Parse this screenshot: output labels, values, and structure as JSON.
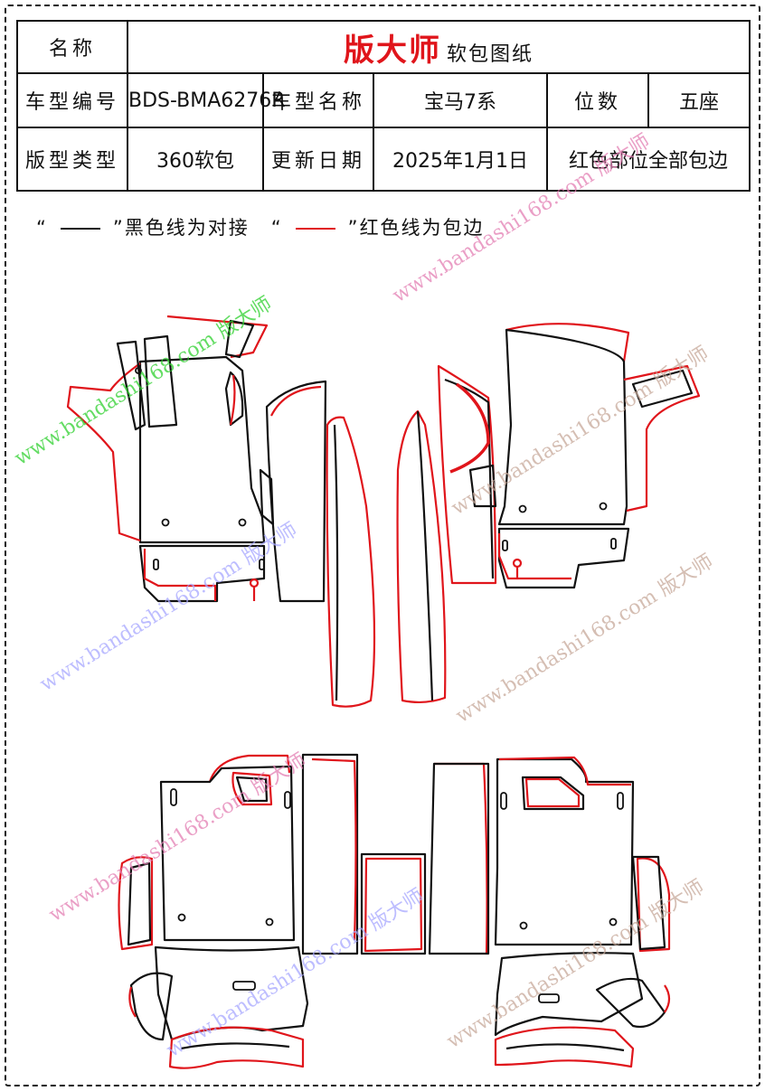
{
  "table": {
    "name_label": "名称",
    "brand": "版大师",
    "brand_sub": "软包图纸",
    "model_code_label": "车型编号",
    "model_code": "BDS-BMA6276R",
    "model_name_label": "车型名称",
    "model_name": "宝马7系",
    "seats_label": "位数",
    "seats": "五座",
    "pattern_type_label": "版型类型",
    "pattern_type": "360软包",
    "update_date_label": "更新日期",
    "update_date": "2025年1月1日",
    "note": "红色部位全部包边"
  },
  "legend": {
    "open_quote": "“",
    "close_quote": "”",
    "black_text": "黑色线为对接",
    "red_text": "红色线为包边"
  },
  "watermark": {
    "text": "www.bandashi168.com 版大师",
    "colors": [
      "#2fd12f",
      "#e47fb4",
      "#a8a8ff",
      "#c7a99a"
    ]
  },
  "colors": {
    "stitch_line": "#111111",
    "binding_line": "#e0151b"
  }
}
